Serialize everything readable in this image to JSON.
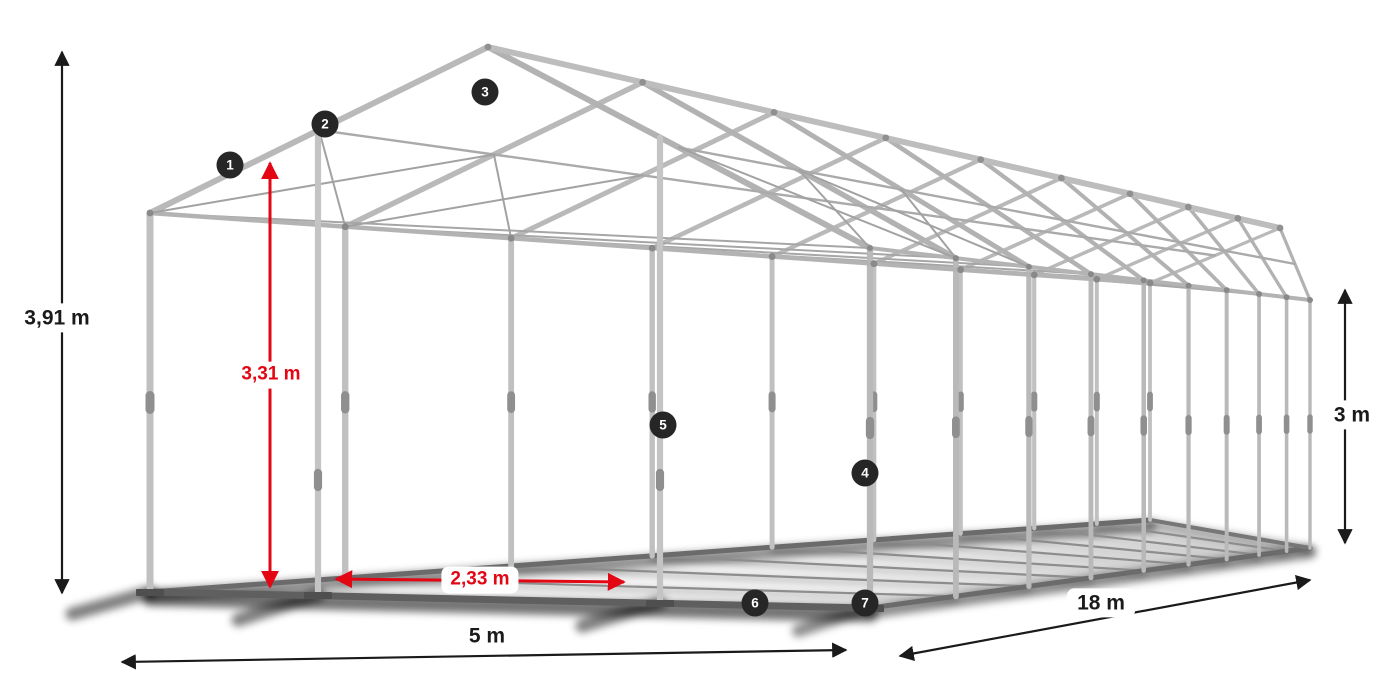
{
  "dimensions": {
    "total_height": "3,91 m",
    "ridge_clearance": "3,31 m",
    "entrance_width": "2,33 m",
    "width": "5 m",
    "length": "18 m",
    "side_height": "3 m"
  },
  "callouts": [
    "1",
    "2",
    "3",
    "4",
    "5",
    "6",
    "7"
  ],
  "colors": {
    "frame_tube": "#bdbdbd",
    "frame_dark": "#6b6b6b",
    "dimension_line": "#1a1a1a",
    "highlight_red": "#e30613",
    "callout_background": "#262626",
    "label_background": "#ffffff",
    "shadow": "#000000"
  }
}
